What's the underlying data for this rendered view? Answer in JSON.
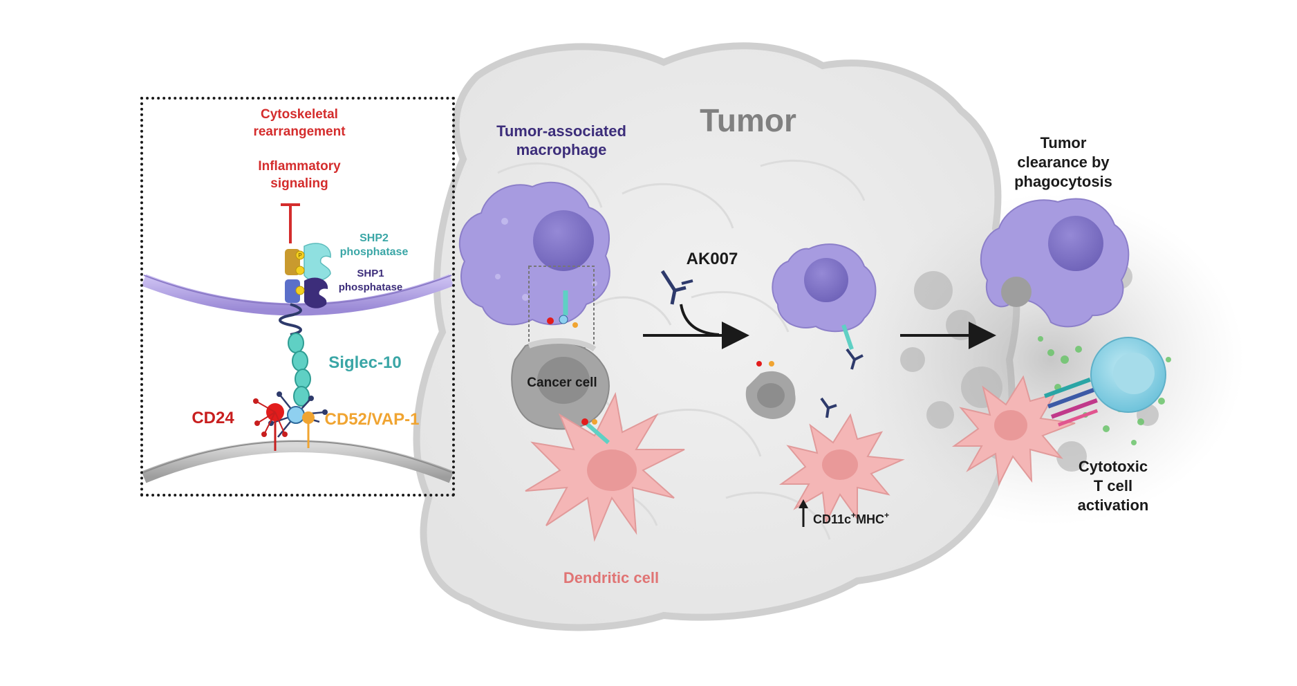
{
  "inset": {
    "cytoskeletal": [
      "Cytoskeletal",
      "rearrangement"
    ],
    "inflammatory": [
      "Inflammatory",
      "signaling"
    ],
    "shp2": [
      "SHP2",
      "phosphatase"
    ],
    "shp1": [
      "SHP1",
      "phosphatase"
    ],
    "phospho_mark": "P",
    "siglec": "Siglec-10",
    "cd24": "CD24",
    "cd52": "CD52/VAP-1"
  },
  "main": {
    "tumor": "Tumor",
    "tam": [
      "Tumor-associated",
      "macrophage"
    ],
    "cancer_cell": "Cancer cell",
    "dendritic_cell": "Dendritic cell",
    "antibody": "AK007",
    "clearance": [
      "Tumor",
      "clearance by",
      "phagocytosis"
    ],
    "cytotoxic": [
      "Cytotoxic",
      "T cell",
      "activation"
    ],
    "marker": {
      "base": "CD11c",
      "sup1": "+",
      "mid": "MHC",
      "sup2": "+"
    }
  },
  "colors": {
    "red_text": "#d42c2c",
    "teal_text": "#3aa6a6",
    "purple_text": "#3c2d7a",
    "orange_text": "#f0a431",
    "pink_text": "#e07474",
    "macrophage": "#a79be0",
    "nucleus": "#7f72c4",
    "dendritic": "#f4b6b6",
    "tumor_bg": "#e8e8e8",
    "tcell": "#8fd4e6"
  }
}
